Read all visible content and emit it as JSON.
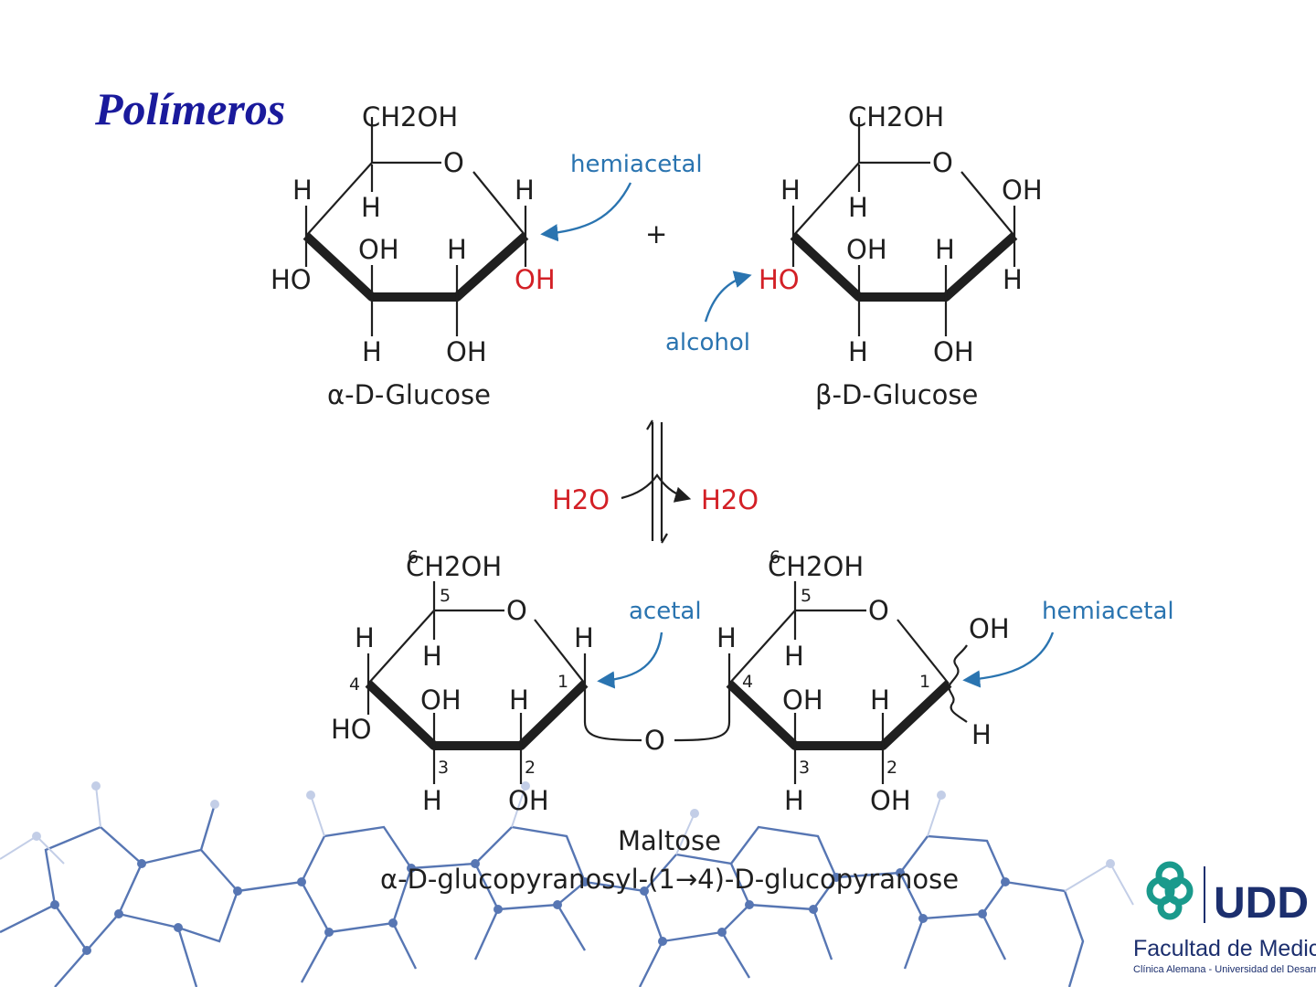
{
  "slide": {
    "title": "Polímeros"
  },
  "atoms": {
    "ch2oh": "CH2OH",
    "o": "O",
    "h": "H",
    "oh": "OH",
    "ho": "HO",
    "h2o": "H2O"
  },
  "labels": {
    "hemiacetal": "hemiacetal",
    "alcohol": "alcohol",
    "acetal": "acetal",
    "plus": "+"
  },
  "names": {
    "alpha_glucose": "α-D-Glucose",
    "beta_glucose": "β-D-Glucose",
    "maltose": "Maltose",
    "maltose_systematic": "α-D-glucopyranosyl-(1→4)-D-glucopyranose"
  },
  "carbon_numbers": [
    "1",
    "2",
    "3",
    "4",
    "5",
    "6"
  ],
  "logo": {
    "brand": "UDD",
    "faculty": "Facultad de Medicina",
    "tagline": "Clínica Alemana - Universidad del Desarrollo"
  },
  "colors": {
    "title": "#1a1a9c",
    "annotation": "#2a74b0",
    "reactive_group": "#d32026",
    "network": "#3a5fa6",
    "logo_teal": "#1a9a8c",
    "logo_navy": "#1c2f6e"
  }
}
